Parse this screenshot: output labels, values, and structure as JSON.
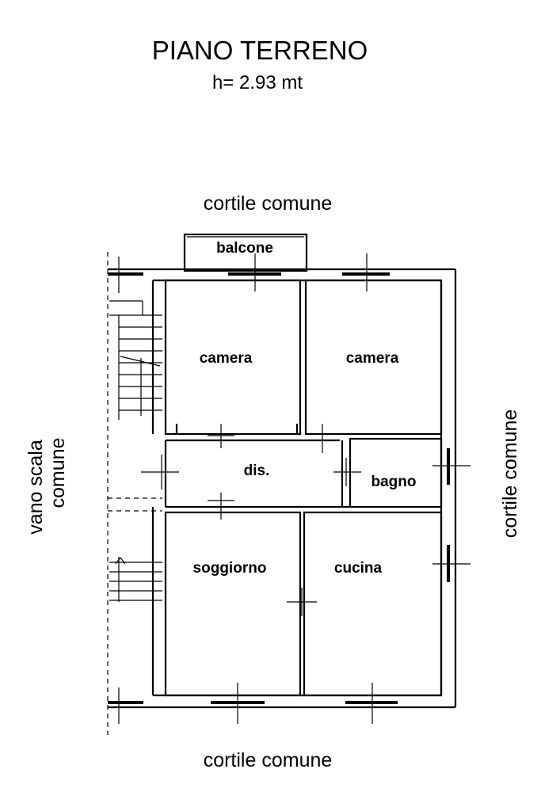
{
  "title": "PIANO TERRENO",
  "height_label": "h= 2.93 mt",
  "exterior": {
    "top": "cortile comune",
    "bottom": "cortile comune",
    "right": "cortile comune",
    "left_line1": "vano scala",
    "left_line2": "comune"
  },
  "rooms": {
    "balcony": "balcone",
    "bedroom_left": "camera",
    "bedroom_right": "camera",
    "hallway": "dis.",
    "bathroom": "bagno",
    "living_room": "soggiorno",
    "kitchen": "cucina"
  }
}
